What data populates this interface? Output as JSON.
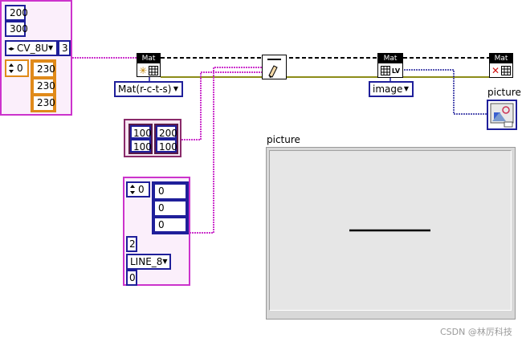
{
  "cluster_top": {
    "width": "200",
    "height": "300",
    "type_enum": "CV_8U",
    "channels": "3",
    "index": "0",
    "values": [
      "230",
      "230",
      "230"
    ]
  },
  "mat_create_node": {
    "header": "Mat",
    "symbol": "✳"
  },
  "mat_type_ring": "Mat(r-c-t-s)",
  "draw_line_node": {
    "symbol": "✎"
  },
  "mat_to_lv_node": {
    "header": "Mat",
    "lv_text": "LV"
  },
  "output_ring": "image",
  "mat_close_node": {
    "header": "Mat",
    "symbol": "✕"
  },
  "picture_terminal_label": "picture",
  "points_cluster": {
    "p1": [
      "100",
      "100"
    ],
    "p2": [
      "200",
      "100"
    ]
  },
  "color_cluster": {
    "index": "0",
    "values": [
      "0",
      "0",
      "0"
    ],
    "thickness": "2",
    "line_type": "LINE_8",
    "shift": "0"
  },
  "picture_panel": {
    "label": "picture"
  },
  "watermark": "CSDN @林厉科技",
  "colors": {
    "pink_wire": "#cc33cc",
    "blue_wire": "#1f1f9a",
    "orange": "#e08a1a",
    "olive_wire": "#8c8c1a"
  },
  "icons": [
    "new-mat-icon",
    "draw-line-icon",
    "mat-to-lv-icon",
    "close-mat-icon",
    "picture-terminal-icon"
  ]
}
